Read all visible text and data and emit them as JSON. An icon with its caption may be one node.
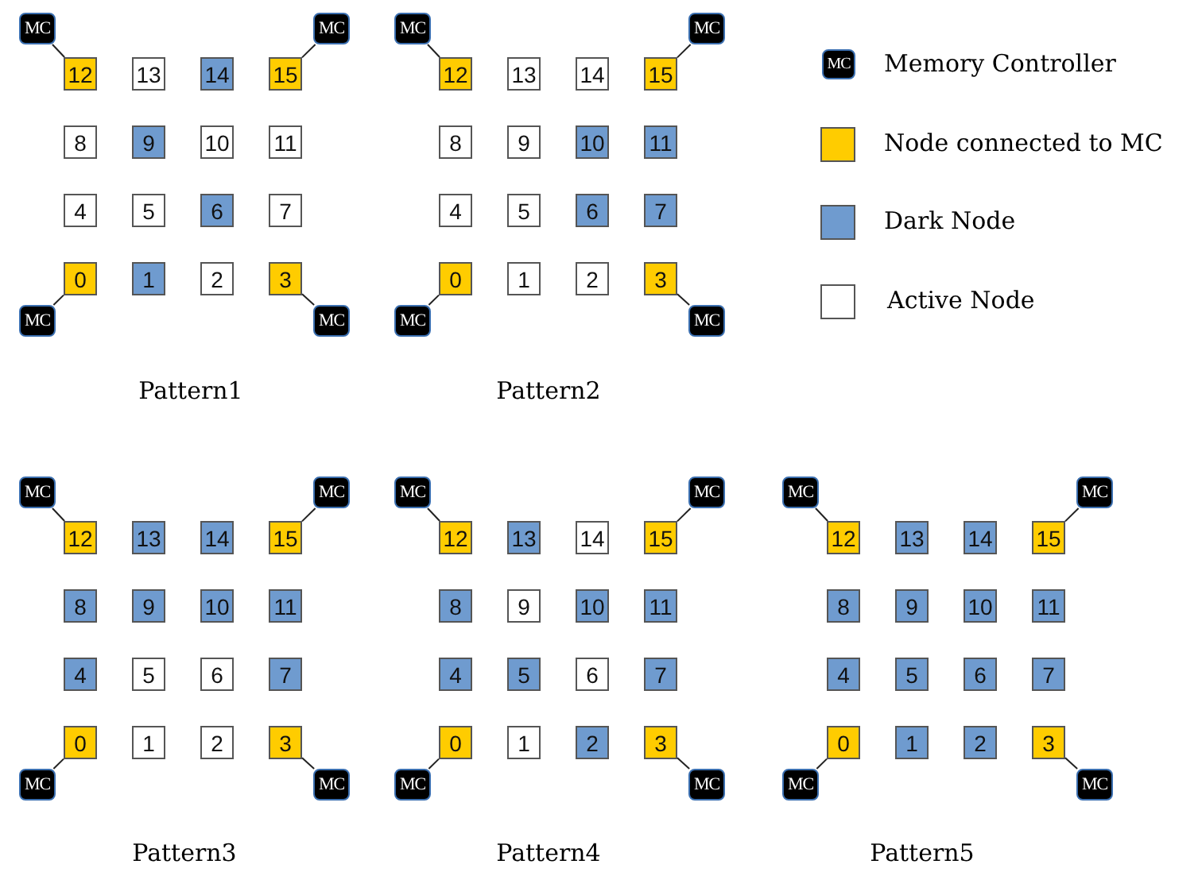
{
  "diagram": {
    "nodes": [
      {
        "text": [
          "MC"
        ]
      },
      {
        "text": [
          "MC"
        ]
      },
      {
        "text": [
          "12"
        ]
      },
      {
        "text": [
          "13"
        ]
      },
      {
        "text": [
          "14"
        ]
      },
      {
        "text": [
          "15"
        ]
      },
      {
        "text": [
          "8"
        ]
      },
      {
        "text": [
          "9"
        ]
      },
      {
        "text": [
          "10"
        ]
      },
      {
        "text": [
          "11"
        ]
      },
      {
        "text": [
          "4"
        ]
      },
      {
        "text": [
          "5"
        ]
      },
      {
        "text": [
          "6"
        ]
      },
      {
        "text": [
          "7"
        ]
      },
      {
        "text": [
          "0"
        ]
      },
      {
        "text": [
          "1"
        ]
      },
      {
        "text": [
          "2"
        ]
      },
      {
        "text": [
          "3"
        ]
      },
      {
        "text": [
          "MC"
        ]
      },
      {
        "text": [
          "MC"
        ]
      },
      {
        "text": [
          "MC"
        ]
      },
      {
        "text": [
          "MC"
        ]
      },
      {
        "text": [
          "12"
        ]
      },
      {
        "text": [
          "13"
        ]
      },
      {
        "text": [
          "14"
        ]
      },
      {
        "text": [
          "15"
        ]
      },
      {
        "text": [
          "8"
        ]
      },
      {
        "text": [
          "9"
        ]
      },
      {
        "text": [
          "10"
        ]
      },
      {
        "text": [
          "11"
        ]
      },
      {
        "text": [
          "4"
        ]
      },
      {
        "text": [
          "5"
        ]
      },
      {
        "text": [
          "6"
        ]
      },
      {
        "text": [
          "7"
        ]
      },
      {
        "text": [
          "0"
        ]
      },
      {
        "text": [
          "1"
        ]
      },
      {
        "text": [
          "2"
        ]
      },
      {
        "text": [
          "3"
        ]
      },
      {
        "text": [
          "MC"
        ]
      },
      {
        "text": [
          "MC"
        ]
      },
      {
        "text": [
          "MC"
        ]
      },
      {
        "text": [
          "MC"
        ]
      },
      {
        "text": [
          "12"
        ]
      },
      {
        "text": [
          "13"
        ]
      },
      {
        "text": [
          "14"
        ]
      },
      {
        "text": [
          "15"
        ]
      },
      {
        "text": [
          "8"
        ]
      },
      {
        "text": [
          "9"
        ]
      },
      {
        "text": [
          "10"
        ]
      },
      {
        "text": [
          "11"
        ]
      },
      {
        "text": [
          "4"
        ]
      },
      {
        "text": [
          "5"
        ]
      },
      {
        "text": [
          "6"
        ]
      },
      {
        "text": [
          "7"
        ]
      },
      {
        "text": [
          "0"
        ]
      },
      {
        "text": [
          "1"
        ]
      },
      {
        "text": [
          "2"
        ]
      },
      {
        "text": [
          "3"
        ]
      },
      {
        "text": [
          "MC"
        ]
      },
      {
        "text": [
          "MC"
        ]
      },
      {
        "text": [
          "MC"
        ]
      },
      {
        "text": [
          "MC"
        ]
      },
      {
        "text": [
          "12"
        ]
      },
      {
        "text": [
          "13"
        ]
      },
      {
        "text": [
          "14"
        ]
      },
      {
        "text": [
          "15"
        ]
      },
      {
        "text": [
          "8"
        ]
      },
      {
        "text": [
          "9"
        ]
      },
      {
        "text": [
          "10"
        ]
      },
      {
        "text": [
          "11"
        ]
      },
      {
        "text": [
          "4"
        ]
      },
      {
        "text": [
          "5"
        ]
      },
      {
        "text": [
          "6"
        ]
      },
      {
        "text": [
          "7"
        ]
      },
      {
        "text": [
          "0"
        ]
      },
      {
        "text": [
          "1"
        ]
      },
      {
        "text": [
          "2"
        ]
      },
      {
        "text": [
          "3"
        ]
      },
      {
        "text": [
          "MC"
        ]
      },
      {
        "text": [
          "MC"
        ]
      },
      {
        "text": [
          "MC"
        ]
      },
      {
        "text": [
          "MC"
        ]
      },
      {
        "text": [
          "12"
        ]
      },
      {
        "text": [
          "13"
        ]
      },
      {
        "text": [
          "14"
        ]
      },
      {
        "text": [
          "15"
        ]
      },
      {
        "text": [
          "8"
        ]
      },
      {
        "text": [
          "9"
        ]
      },
      {
        "text": [
          "10"
        ]
      },
      {
        "text": [
          "11"
        ]
      },
      {
        "text": [
          "4"
        ]
      },
      {
        "text": [
          "5"
        ]
      },
      {
        "text": [
          "6"
        ]
      },
      {
        "text": [
          "7"
        ]
      },
      {
        "text": [
          "0"
        ]
      },
      {
        "text": [
          "1"
        ]
      },
      {
        "text": [
          "2"
        ]
      },
      {
        "text": [
          "3"
        ]
      },
      {
        "text": [
          "MC"
        ]
      },
      {
        "text": [
          "MC"
        ]
      }
    ],
    "edges": [
      {
        "from": 0,
        "to": 2,
        "arrow": "none"
      },
      {
        "from": 1,
        "to": 5,
        "arrow": "none"
      },
      {
        "from": 14,
        "to": 18,
        "arrow": "none"
      },
      {
        "from": 17,
        "to": 19,
        "arrow": "none"
      },
      {
        "from": 20,
        "to": 22,
        "arrow": "none"
      },
      {
        "from": 21,
        "to": 25,
        "arrow": "none"
      },
      {
        "from": 34,
        "to": 38,
        "arrow": "none"
      },
      {
        "from": 37,
        "to": 39,
        "arrow": "none"
      },
      {
        "from": 40,
        "to": 42,
        "arrow": "none"
      },
      {
        "from": 41,
        "to": 45,
        "arrow": "none"
      },
      {
        "from": 54,
        "to": 58,
        "arrow": "none"
      },
      {
        "from": 57,
        "to": 59,
        "arrow": "none"
      },
      {
        "from": 60,
        "to": 62,
        "arrow": "none"
      },
      {
        "from": 61,
        "to": 65,
        "arrow": "none"
      },
      {
        "from": 74,
        "to": 78,
        "arrow": "none"
      },
      {
        "from": 77,
        "to": 79,
        "arrow": "none"
      },
      {
        "from": 80,
        "to": 82,
        "arrow": "none"
      },
      {
        "from": 81,
        "to": 85,
        "arrow": "none"
      },
      {
        "from": 94,
        "to": 98,
        "arrow": "none"
      },
      {
        "from": 97,
        "to": 99,
        "arrow": "none"
      }
    ],
    "labels": [
      "MC",
      "Pattern1",
      "Pattern2",
      "Pattern3",
      "Pattern4",
      "Pattern5"
    ],
    "legend": [
      {
        "text": "Memory Controller",
        "color": "#000000"
      },
      {
        "text": "Node connected to MC",
        "color": "#ffcc00"
      },
      {
        "text": "Dark Node",
        "color": "#6f9bcf"
      },
      {
        "text": "Active Node",
        "color": "#ffffff"
      }
    ]
  }
}
